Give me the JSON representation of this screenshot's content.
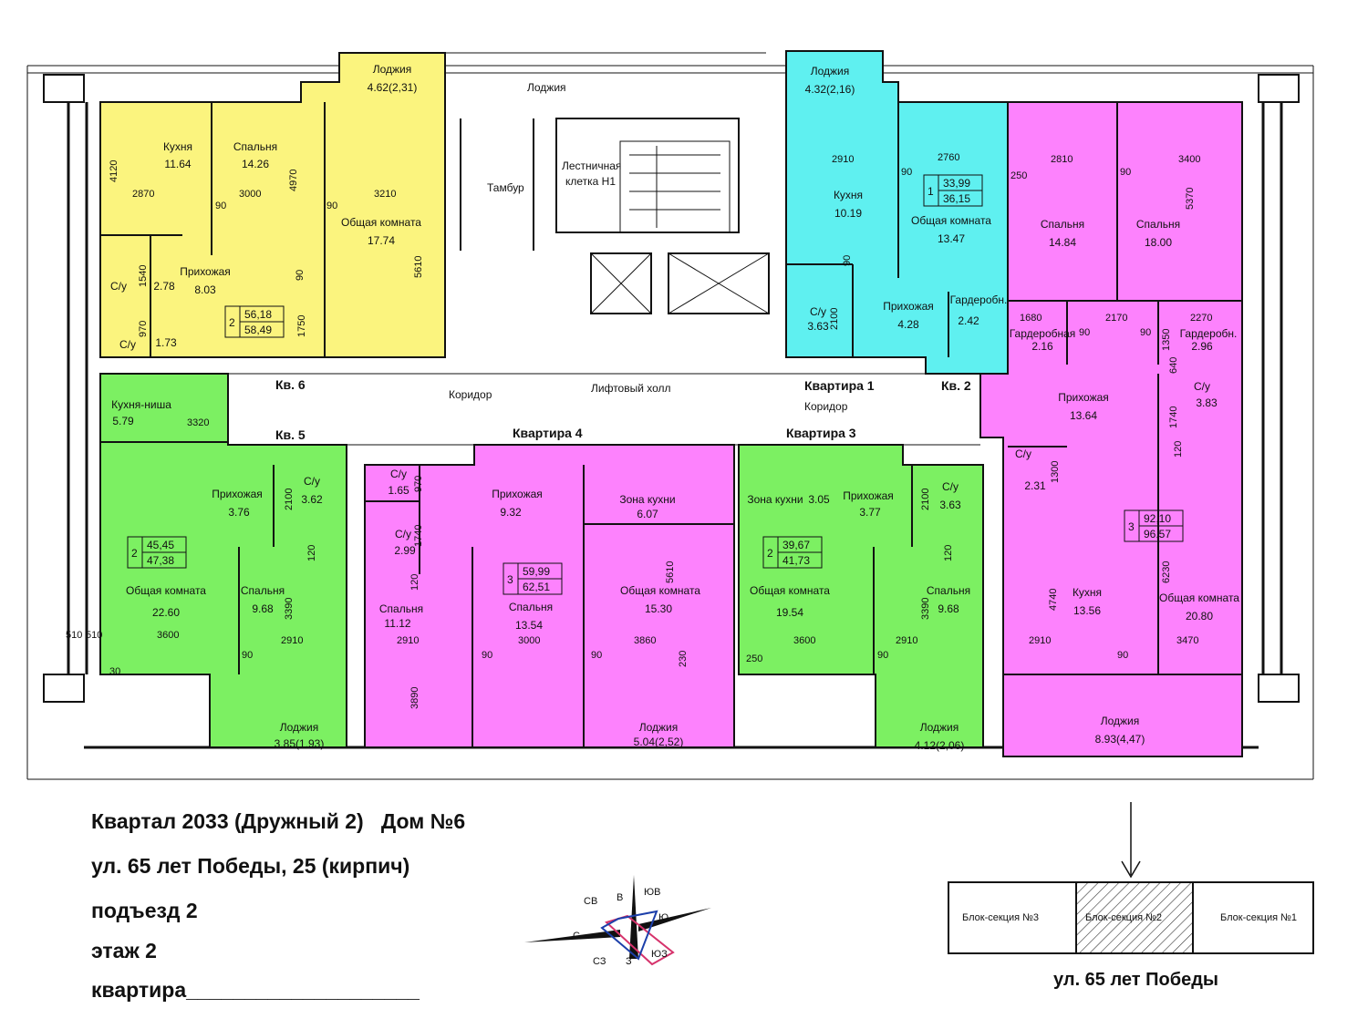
{
  "colors": {
    "yellow": "#fbf47e",
    "cyan": "#5ff0f0",
    "magenta": "#fd82fd",
    "green": "#7cf062",
    "wall": "#ffffff",
    "line": "#111111"
  },
  "labels": {
    "kv6": "Кв. 6",
    "kv5": "Кв. 5",
    "kv2": "Кв. 2",
    "apt1": "Квартира 1",
    "apt3": "Квартира 3",
    "apt4": "Квартира 4",
    "corridor": "Коридор",
    "lift_hall": "Лифтовый холл",
    "tambur": "Тамбур",
    "loggia_common": "Лоджия",
    "stair1": "Лестничная",
    "stair2": "клетка Н1"
  },
  "rooms": [
    {
      "name": "Лоджия",
      "area": "4.62(2,31)"
    },
    {
      "name": "Кухня",
      "area": "11.64"
    },
    {
      "name": "Спальня",
      "area": "14.26"
    },
    {
      "name": "Общая комната",
      "area": "17.74"
    },
    {
      "name": "Прихожая",
      "area": "8.03"
    },
    {
      "name": "С/у",
      "area": "2.78"
    },
    {
      "name": "С/у",
      "area": "1.73"
    },
    {
      "name": "Лоджия",
      "area": "4.32(2,16)"
    },
    {
      "name": "Кухня",
      "area": "10.19"
    },
    {
      "name": "Общая комната",
      "area": "13.47"
    },
    {
      "name": "Прихожая",
      "area": "4.28"
    },
    {
      "name": "Гардеробн.",
      "area": "2.42"
    },
    {
      "name": "С/у",
      "area": "3.63"
    },
    {
      "name": "Спальня",
      "area": "14.84"
    },
    {
      "name": "Спальня",
      "area": "18.00"
    },
    {
      "name": "Гардеробная",
      "area": "2.16"
    },
    {
      "name": "Гардеробн.",
      "area": "2.96"
    },
    {
      "name": "Прихожая",
      "area": "13.64"
    },
    {
      "name": "С/у",
      "area": "3.83"
    },
    {
      "name": "С/у",
      "area": "2.31"
    },
    {
      "name": "Кухня",
      "area": "13.56"
    },
    {
      "name": "Общая комната",
      "area": "20.80"
    },
    {
      "name": "Лоджия",
      "area": "8.93(4,47)"
    },
    {
      "name": "Кухня-ниша",
      "area": "5.79"
    },
    {
      "name": "Прихожая",
      "area": "3.76"
    },
    {
      "name": "С/у",
      "area": "3.62"
    },
    {
      "name": "Общая комната",
      "area": "22.60"
    },
    {
      "name": "Спальня",
      "area": "9.68"
    },
    {
      "name": "Лоджия",
      "area": "3.85(1,93)"
    },
    {
      "name": "С/у",
      "area": "1.65"
    },
    {
      "name": "С/у",
      "area": "2.99"
    },
    {
      "name": "Прихожая",
      "area": "9.32"
    },
    {
      "name": "Зона кухни",
      "area": "6.07"
    },
    {
      "name": "Спальня",
      "area": "11.12"
    },
    {
      "name": "Спальня",
      "area": "13.54"
    },
    {
      "name": "Общая комната",
      "area": "15.30"
    },
    {
      "name": "Лоджия",
      "area": "5.04(2,52)"
    },
    {
      "name": "Зона кухни",
      "area": "3.05"
    },
    {
      "name": "Прихожая",
      "area": "3.77"
    },
    {
      "name": "С/у",
      "area": "3.63"
    },
    {
      "name": "Общая комната",
      "area": "19.54"
    },
    {
      "name": "Спальня",
      "area": "9.68"
    },
    {
      "name": "Лоджия",
      "area": "4.12(2,06)"
    }
  ],
  "apartments": [
    {
      "rooms": "2",
      "area_living": "56,18",
      "area_total": "58,49"
    },
    {
      "rooms": "1",
      "area_living": "33,99",
      "area_total": "36,15"
    },
    {
      "rooms": "3",
      "area_living": "92,10",
      "area_total": "96,57"
    },
    {
      "rooms": "2",
      "area_living": "45,45",
      "area_total": "47,38"
    },
    {
      "rooms": "3",
      "area_living": "59,99",
      "area_total": "62,51"
    },
    {
      "rooms": "2",
      "area_living": "39,67",
      "area_total": "41,73"
    }
  ],
  "dims": [
    "4120",
    "2870",
    "4970",
    "3000",
    "3210",
    "5610",
    "1750",
    "1540",
    "970",
    "90",
    "90",
    "90",
    "2910",
    "2760",
    "90",
    "2100",
    "90",
    "250",
    "2810",
    "90",
    "3400",
    "5370",
    "1680",
    "90",
    "2170",
    "90",
    "2270",
    "1350",
    "640",
    "1740",
    "1300",
    "120",
    "4740",
    "6230",
    "2910",
    "3470",
    "90",
    "3320",
    "2100",
    "3390",
    "120",
    "3600",
    "2910",
    "90",
    "510",
    "510",
    "30",
    "970",
    "1740",
    "120",
    "2910",
    "3000",
    "3890",
    "5610",
    "3860",
    "230",
    "90",
    "90",
    "2100",
    "3390",
    "120",
    "3600",
    "2910",
    "250",
    "90"
  ],
  "info": {
    "line1": "Квартал 2033 (Дружный 2)",
    "house": "Дом №6",
    "line2": "ул. 65 лет Победы, 25 (кирпич)",
    "line3": "подъезд 2",
    "line4": "этаж 2",
    "line5": "квартира____________________"
  },
  "compass": {
    "sv": "СВ",
    "v": "В",
    "yuv": "ЮВ",
    "s": "С",
    "yu": "Ю",
    "sz": "СЗ",
    "z": "З",
    "yuz": "ЮЗ"
  },
  "sections": {
    "s3": "Блок-секция №3",
    "s2": "Блок-секция №2",
    "s1": "Блок-секция №1"
  },
  "street": "ул. 65 лет Победы"
}
